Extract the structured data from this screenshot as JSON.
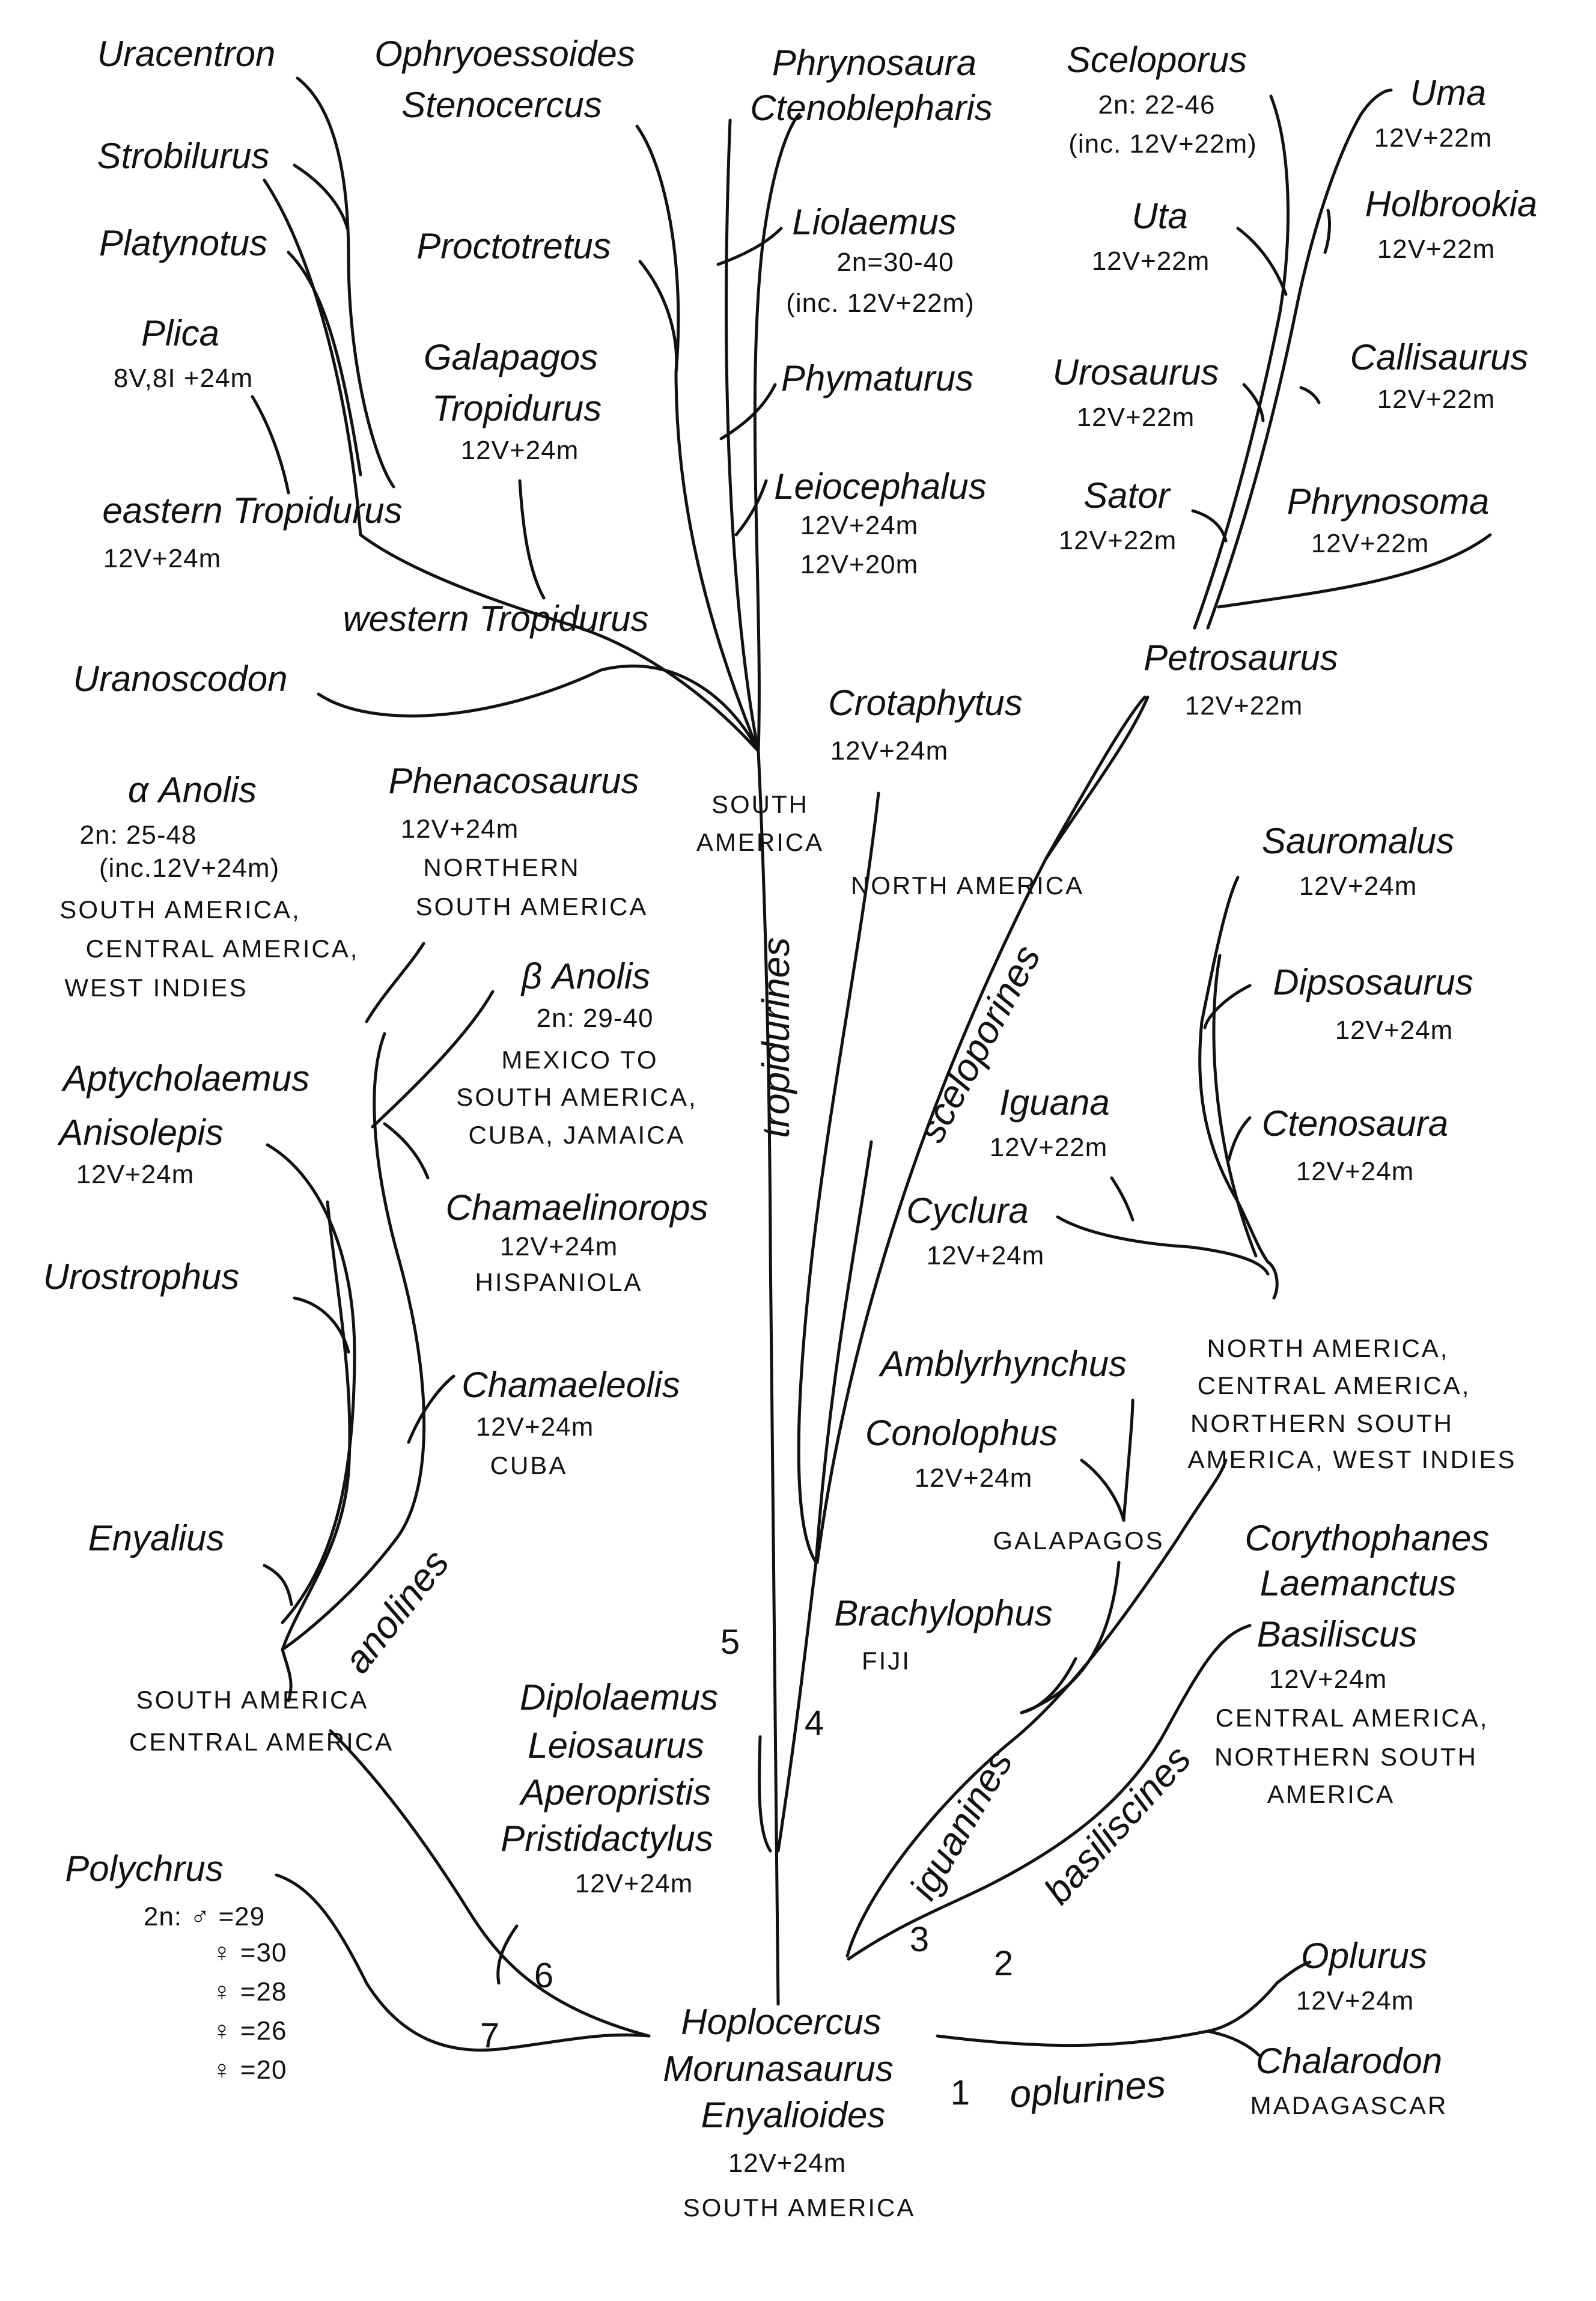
{
  "taxa": {
    "uracentron": "Uracentron",
    "strobilurus": "Strobilurus",
    "platynotus": "Platynotus",
    "plica": "Plica",
    "plica_k": "8V,8I +24m",
    "eastern_tropidurus": "eastern Tropidurus",
    "eastern_tropidurus_k": "12V+24m",
    "ophryoessoides": "Ophryoessoides",
    "stenocercus": "Stenocercus",
    "proctotretus": "Proctotretus",
    "galapagos_tropidurus_1": "Galapagos",
    "galapagos_tropidurus_2": "Tropidurus",
    "galapagos_tropidurus_k": "12V+24m",
    "western_tropidurus": "western Tropidurus",
    "uranoscodon": "Uranoscodon",
    "phrynosaura": "Phrynosaura",
    "ctenoblepharis": "Ctenoblepharis",
    "liolaemus": "Liolaemus",
    "liolaemus_k1": "2n=30-40",
    "liolaemus_k2": "(inc. 12V+22m)",
    "phymaturus": "Phymaturus",
    "leiocephalus": "Leiocephalus",
    "leiocephalus_k1": "12V+24m",
    "leiocephalus_k2": "12V+20m",
    "sceloporus": "Sceloporus",
    "sceloporus_k1": "2n: 22-46",
    "sceloporus_k2": "(inc. 12V+22m)",
    "uma": "Uma",
    "uma_k": "12V+22m",
    "holbrookia": "Holbrookia",
    "holbrookia_k": "12V+22m",
    "uta": "Uta",
    "uta_k": "12V+22m",
    "callisaurus": "Callisaurus",
    "callisaurus_k": "12V+22m",
    "urosaurus": "Urosaurus",
    "urosaurus_k": "12V+22m",
    "sator": "Sator",
    "sator_k": "12V+22m",
    "phrynosoma": "Phrynosoma",
    "phrynosoma_k": "12V+22m",
    "petrosaurus": "Petrosaurus",
    "petrosaurus_k": "12V+22m",
    "crotaphytus": "Crotaphytus",
    "crotaphytus_k": "12V+24m",
    "alpha_anolis": "α Anolis",
    "alpha_anolis_k1": "2n: 25-48",
    "alpha_anolis_k2": "(inc.12V+24m)",
    "alpha_anolis_r1": "SOUTH AMERICA,",
    "alpha_anolis_r2": "CENTRAL AMERICA,",
    "alpha_anolis_r3": "WEST INDIES",
    "phenacosaurus": "Phenacosaurus",
    "phenacosaurus_k": "12V+24m",
    "phenacosaurus_r1": "NORTHERN",
    "phenacosaurus_r2": "SOUTH AMERICA",
    "beta_anolis": "β Anolis",
    "beta_anolis_k": "2n: 29-40",
    "beta_anolis_r1": "MEXICO TO",
    "beta_anolis_r2": "SOUTH AMERICA,",
    "beta_anolis_r3": "CUBA, JAMAICA",
    "aptycholaemus": "Aptycholaemus",
    "anisolepis": "Anisolepis",
    "anisolepis_k": "12V+24m",
    "chamaelinorops": "Chamaelinorops",
    "chamaelinorops_k": "12V+24m",
    "chamaelinorops_r": "HISPANIOLA",
    "urostrophus": "Urostrophus",
    "chamaeleolis": "Chamaeleolis",
    "chamaeleolis_k": "12V+24m",
    "chamaeleolis_r": "CUBA",
    "enyalius": "Enyalius",
    "sauromalus": "Sauromalus",
    "sauromalus_k": "12V+24m",
    "dipsosaurus": "Dipsosaurus",
    "dipsosaurus_k": "12V+24m",
    "iguana": "Iguana",
    "iguana_k": "12V+22m",
    "ctenosaura": "Ctenosaura",
    "ctenosaura_k": "12V+24m",
    "cyclura": "Cyclura",
    "cyclura_k": "12V+24m",
    "amblyrhynchus": "Amblyrhynchus",
    "conolophus": "Conolophus",
    "conolophus_k": "12V+24m",
    "brachylophus": "Brachylophus",
    "brachylophus_r": "FIJI",
    "corythophanes": "Corythophanes",
    "laemanctus": "Laemanctus",
    "basiliscus": "Basiliscus",
    "basiliscus_k": "12V+24m",
    "basiliscus_r1": "CENTRAL AMERICA,",
    "basiliscus_r2": "NORTHERN SOUTH",
    "basiliscus_r3": "AMERICA",
    "diplolaemus": "Diplolaemus",
    "leiosaurus": "Leiosaurus",
    "aperopristis": "Aperopristis",
    "pristidactylus": "Pristidactylus",
    "diplolaemus_k": "12V+24m",
    "polychrus": "Polychrus",
    "polychrus_k1": "2n: ♂ =29",
    "polychrus_k2": "♀ =30",
    "polychrus_k3": "♀ =28",
    "polychrus_k4": "♀ =26",
    "polychrus_k5": "♀ =20",
    "hoplocercus": "Hoplocercus",
    "morunasaurus": "Morunasaurus",
    "enyalioides": "Enyalioides",
    "hoplocercus_k": "12V+24m",
    "hoplocercus_r": "SOUTH AMERICA",
    "oplurus": "Oplurus",
    "oplurus_k": "12V+24m",
    "chalarodon": "Chalarodon",
    "chalarodon_r": "MADAGASCAR"
  },
  "regions": {
    "south_america_1": "SOUTH",
    "south_america_2": "AMERICA",
    "north_america": "NORTH AMERICA",
    "iguanine_r1": "NORTH AMERICA,",
    "iguanine_r2": "CENTRAL AMERICA,",
    "iguanine_r3": "NORTHERN SOUTH",
    "iguanine_r4": "AMERICA, WEST INDIES",
    "galapagos": "GALAPAGOS",
    "anoline_r1": "SOUTH AMERICA",
    "anoline_r2": "CENTRAL AMERICA"
  },
  "clades": {
    "tropidurines": "tropidurines",
    "sceloporines": "sceloporines",
    "anolines": "anolines",
    "iguanines": "iguanines",
    "basiliscines": "basiliscines",
    "oplurines": "oplurines"
  },
  "nodes": {
    "n1": "1",
    "n2": "2",
    "n3": "3",
    "n4": "4",
    "n5": "5",
    "n6": "6",
    "n7": "7"
  }
}
